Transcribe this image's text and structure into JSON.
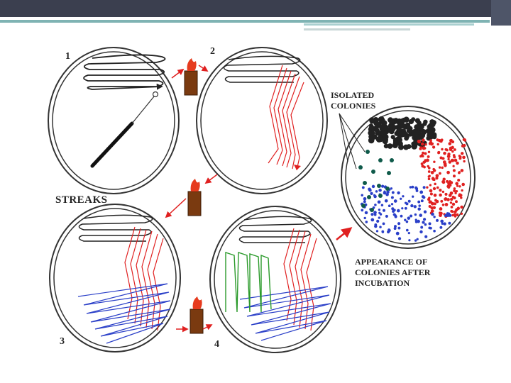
{
  "plates": [
    {
      "number": "1"
    },
    {
      "number": "2"
    },
    {
      "number": "3"
    },
    {
      "number": "4"
    }
  ],
  "labels": {
    "streaks": "STREAKS",
    "isolated_line1": "ISOLATED",
    "isolated_line2": "COLONIES",
    "appearance_line1": "APPEARANCE OF",
    "appearance_line2": "COLONIES AFTER",
    "appearance_line3": "INCUBATION"
  },
  "colors": {
    "streak_black": "#222222",
    "streak_red": "#e02020",
    "streak_blue": "#2a3fc8",
    "streak_green": "#2a9a2a",
    "colony_teal": "#0f5a4a",
    "burner_body": "#7a3a10",
    "flame": "#e63b1e",
    "arrow": "#e02020"
  }
}
